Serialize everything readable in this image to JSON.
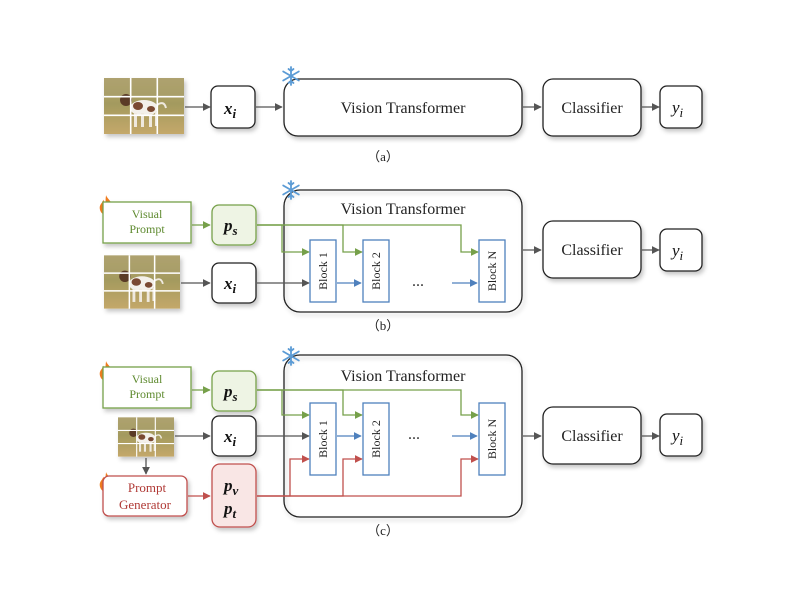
{
  "panels": {
    "a": {
      "caption": "（a）",
      "input_symbol": "x",
      "input_sub": "i",
      "backbone_label": "Vision Transformer",
      "classifier_label": "Classifier",
      "output_symbol": "y",
      "output_sub": "i"
    },
    "b": {
      "caption": "（b）",
      "visual_prompt_line1": "Visual",
      "visual_prompt_line2": "Prompt",
      "prompt_symbol": "p",
      "prompt_sub": "s",
      "input_symbol": "x",
      "input_sub": "i",
      "backbone_label": "Vision Transformer",
      "block1": "Block 1",
      "block2": "Block 2",
      "ellipsis": "...",
      "blockN": "Block N",
      "classifier_label": "Classifier",
      "output_symbol": "y",
      "output_sub": "i"
    },
    "c": {
      "caption": "（c）",
      "visual_prompt_line1": "Visual",
      "visual_prompt_line2": "Prompt",
      "prompt_symbol": "p",
      "prompt_sub": "s",
      "input_symbol": "x",
      "input_sub": "i",
      "generator_line1": "Prompt",
      "generator_line2": "Generator",
      "pv_symbol": "p",
      "pv_sub": "v",
      "pt_symbol": "p",
      "pt_sub": "t",
      "backbone_label": "Vision Transformer",
      "block1": "Block 1",
      "block2": "Block 2",
      "ellipsis": "...",
      "blockN": "Block N",
      "classifier_label": "Classifier",
      "output_symbol": "y",
      "output_sub": "i"
    }
  },
  "icons": {
    "frozen": "snowflake-icon",
    "trainable": "fire-icon",
    "input_image": "dog-photo-grid"
  },
  "colors": {
    "box_stroke": "#222222",
    "prompt_green": "#76a04a",
    "prompt_green_fill": "#eef4e4",
    "generator_red": "#c0504d",
    "generator_fill": "#f9e6e5",
    "block_blue": "#4f81bd",
    "arrow_gray": "#555555",
    "snowflake": "#5b9bd5",
    "fire": "#f07c1e"
  }
}
